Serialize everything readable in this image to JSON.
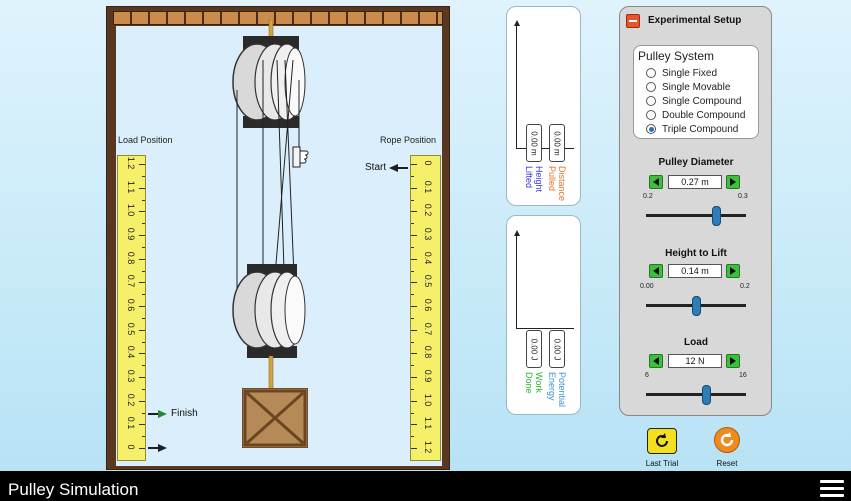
{
  "stage": {
    "load_position_label": "Load Position",
    "rope_position_label": "Rope Position",
    "start_label": "Start",
    "finish_label": "Finish",
    "load_ruler_ticks": [
      "0",
      "0.1",
      "0.2",
      "0.3",
      "0.4",
      "0.5",
      "0.6",
      "0.7",
      "0.8",
      "0.9",
      "1.0",
      "1.1",
      "1.2"
    ],
    "rope_ruler_ticks": [
      "0",
      "0.1",
      "0.2",
      "0.3",
      "0.4",
      "0.5",
      "0.6",
      "0.7",
      "0.8",
      "0.9",
      "1.0",
      "1.1",
      "1.2"
    ]
  },
  "graph_top": {
    "height_lifted_value": "0.00 m",
    "distance_pulled_value": "0.00 m",
    "height_lifted_label": "Height Lifted",
    "distance_pulled_label": "Distance Pulled",
    "height_color": "#3a3adf",
    "distance_color": "#e8702a"
  },
  "graph_bottom": {
    "work_done_value": "0.00 J",
    "potential_energy_value": "0.00 J",
    "work_done_label": "Work Done",
    "potential_energy_label": "Potential Energy",
    "work_color": "#2fb52f",
    "energy_color": "#3a8fd8"
  },
  "setup": {
    "title": "Experimental Setup",
    "system_title": "Pulley System",
    "options": [
      "Single Fixed",
      "Single Movable",
      "Single Compound",
      "Double Compound",
      "Triple Compound"
    ],
    "selected_index": 4,
    "diameter": {
      "title": "Pulley Diameter",
      "value": "0.27 m",
      "min": "0.2",
      "max": "0.3",
      "fraction": 0.7
    },
    "height": {
      "title": "Height to Lift",
      "value": "0.14 m",
      "min": "0.00",
      "max": "0.2",
      "fraction": 0.5
    },
    "load": {
      "title": "Load",
      "value": "12 N",
      "min": "6",
      "max": "16",
      "fraction": 0.6
    }
  },
  "buttons": {
    "last_trial": "Last Trial",
    "reset": "Reset"
  },
  "footer": {
    "title": "Pulley Simulation"
  },
  "colors": {
    "green_button": "#3fbf3f",
    "minus_button": "#e8552b",
    "reset_orange": "#f08a1c",
    "last_trial_yellow": "#f2e01f"
  }
}
